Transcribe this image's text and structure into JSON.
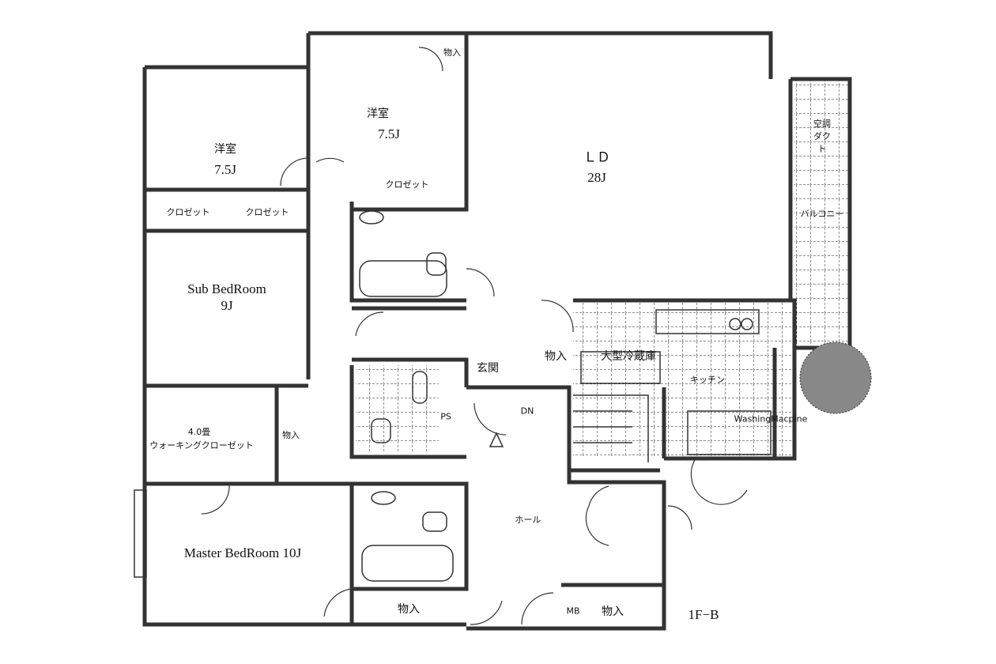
{
  "rooms": {
    "western_room_1": {
      "name": "洋室",
      "size": "7.5J"
    },
    "western_room_2": {
      "name": "洋室",
      "size": "7.5J"
    },
    "ld": {
      "name": "ＬＤ",
      "size": "28J"
    },
    "sub_bedroom": {
      "name": "Sub BedRoom",
      "size": "9J"
    },
    "master_bedroom": {
      "name": "Master BedRoom 10J"
    },
    "walk_in_closet": {
      "size": "4.0畳",
      "name": "ウォーキングクローゼット"
    },
    "entrance": {
      "name": "玄関"
    },
    "hall": {
      "name": "ホール"
    },
    "kitchen": {
      "name": "キッチン"
    },
    "balcony": {
      "name": "バルコニー"
    },
    "aircon": {
      "name": "空調ダクト"
    }
  },
  "labels": {
    "closet": "クロゼット",
    "storage": "物入",
    "ps": "PS",
    "mb": "MB",
    "dn": "DN",
    "fridge": "大型冷蔵庫",
    "washing_machine": "WashingMacpine",
    "unit": "1F−B"
  }
}
